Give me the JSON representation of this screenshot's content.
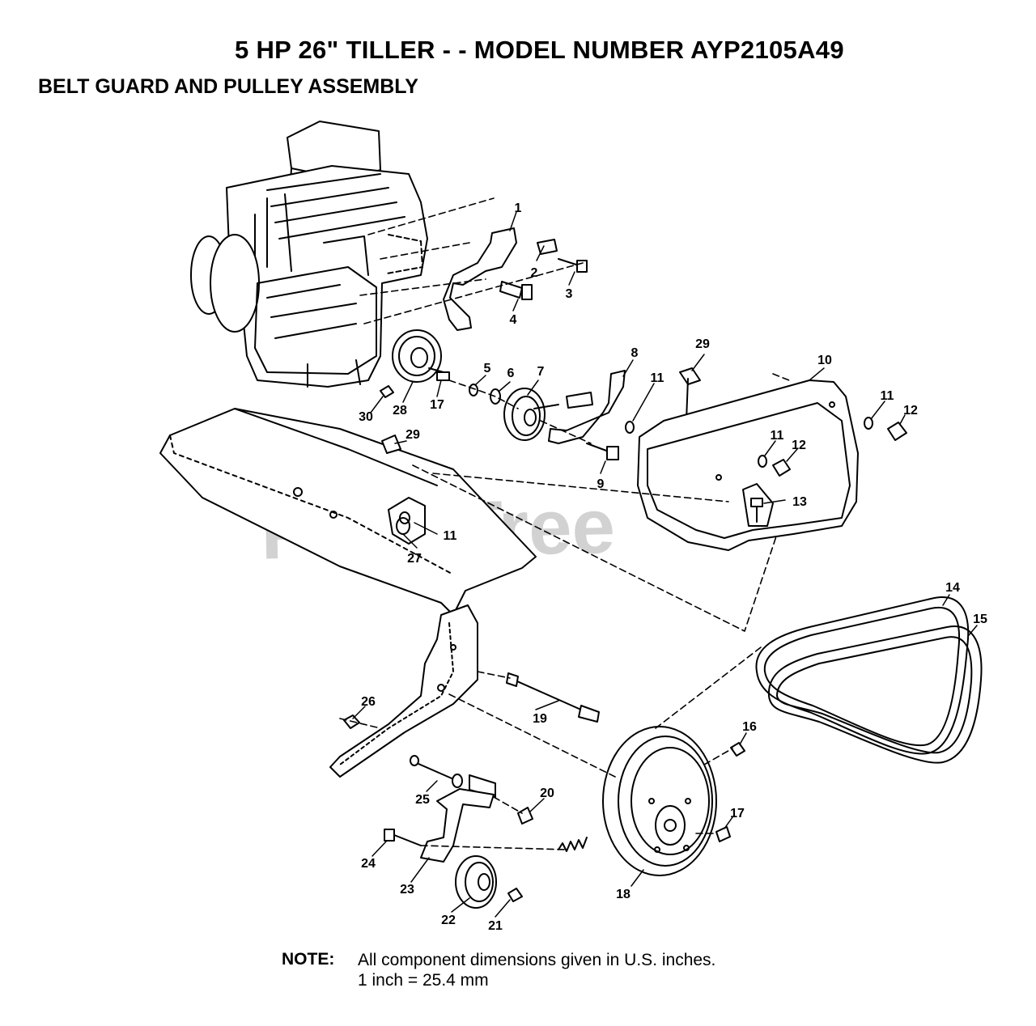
{
  "header": {
    "title": "5 HP 26\" TILLER - - MODEL NUMBER AYP2105A49",
    "subtitle": "BELT GUARD AND PULLEY ASSEMBLY"
  },
  "watermark": "PartsTree",
  "callouts": [
    {
      "id": "c1",
      "label": "1"
    },
    {
      "id": "c2",
      "label": "2"
    },
    {
      "id": "c3",
      "label": "3"
    },
    {
      "id": "c4",
      "label": "4"
    },
    {
      "id": "c5",
      "label": "5"
    },
    {
      "id": "c6",
      "label": "6"
    },
    {
      "id": "c7",
      "label": "7"
    },
    {
      "id": "c8",
      "label": "8"
    },
    {
      "id": "c9",
      "label": "9"
    },
    {
      "id": "c10",
      "label": "10"
    },
    {
      "id": "c11a",
      "label": "11"
    },
    {
      "id": "c11b",
      "label": "11"
    },
    {
      "id": "c11c",
      "label": "11"
    },
    {
      "id": "c11d",
      "label": "11"
    },
    {
      "id": "c12a",
      "label": "12"
    },
    {
      "id": "c12b",
      "label": "12"
    },
    {
      "id": "c13",
      "label": "13"
    },
    {
      "id": "c14",
      "label": "14"
    },
    {
      "id": "c15",
      "label": "15"
    },
    {
      "id": "c16",
      "label": "16"
    },
    {
      "id": "c17a",
      "label": "17"
    },
    {
      "id": "c17b",
      "label": "17"
    },
    {
      "id": "c18",
      "label": "18"
    },
    {
      "id": "c19",
      "label": "19"
    },
    {
      "id": "c20",
      "label": "20"
    },
    {
      "id": "c21",
      "label": "21"
    },
    {
      "id": "c22",
      "label": "22"
    },
    {
      "id": "c23",
      "label": "23"
    },
    {
      "id": "c24",
      "label": "24"
    },
    {
      "id": "c25",
      "label": "25"
    },
    {
      "id": "c26",
      "label": "26"
    },
    {
      "id": "c27",
      "label": "27"
    },
    {
      "id": "c28",
      "label": "28"
    },
    {
      "id": "c29a",
      "label": "29"
    },
    {
      "id": "c29b",
      "label": "29"
    },
    {
      "id": "c30",
      "label": "30"
    }
  ],
  "note": {
    "label": "NOTE:",
    "text": "All component dimensions given in U.S. inches.\n1 inch = 25.4 mm"
  }
}
